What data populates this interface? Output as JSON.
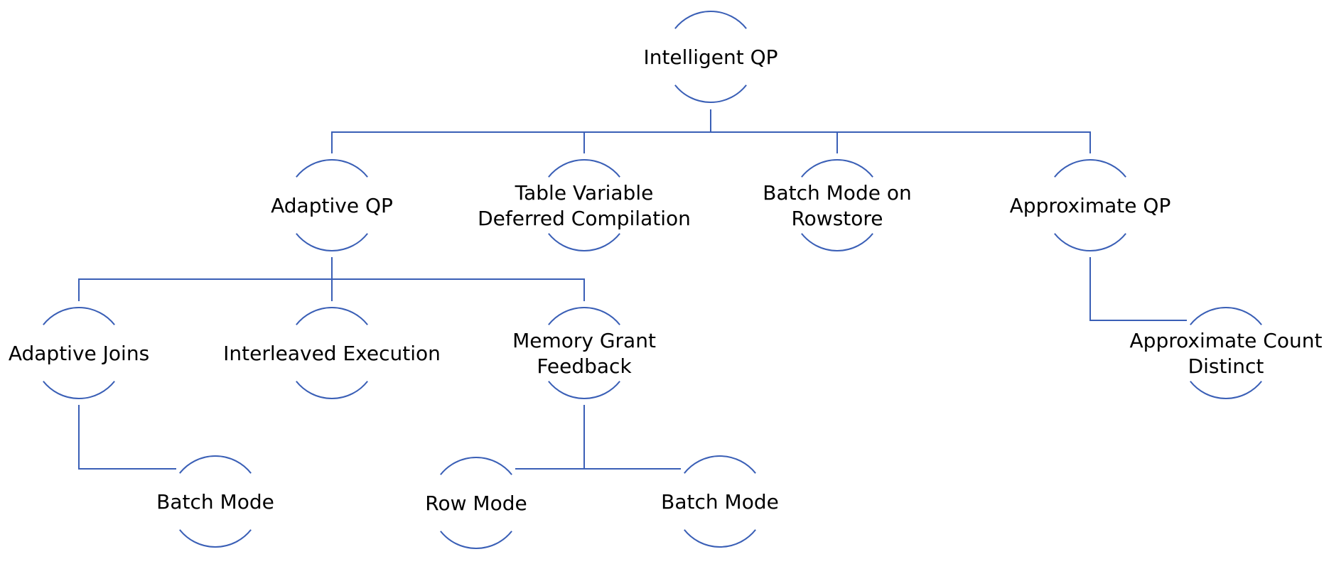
{
  "colors": {
    "line": "#3a5fb6",
    "text": "#000000",
    "background": "#ffffff"
  },
  "nodes": [
    {
      "id": "intelligent-qp",
      "lines": [
        "Intelligent QP"
      ]
    },
    {
      "id": "adaptive-qp",
      "lines": [
        "Adaptive QP"
      ]
    },
    {
      "id": "table-variable-deferred-compilation",
      "lines": [
        "Table Variable",
        "Deferred Compilation"
      ]
    },
    {
      "id": "batch-mode-on-rowstore",
      "lines": [
        "Batch Mode on",
        "Rowstore"
      ]
    },
    {
      "id": "approximate-qp",
      "lines": [
        "Approximate QP"
      ]
    },
    {
      "id": "adaptive-joins",
      "lines": [
        "Adaptive Joins"
      ]
    },
    {
      "id": "interleaved-execution",
      "lines": [
        "Interleaved Execution"
      ]
    },
    {
      "id": "memory-grant-feedback",
      "lines": [
        "Memory Grant",
        "Feedback"
      ]
    },
    {
      "id": "approximate-count-distinct",
      "lines": [
        "Approximate Count",
        "Distinct"
      ]
    },
    {
      "id": "batch-mode-adaptive-joins",
      "lines": [
        "Batch Mode"
      ]
    },
    {
      "id": "row-mode",
      "lines": [
        "Row Mode"
      ]
    },
    {
      "id": "batch-mode-memory-grant",
      "lines": [
        "Batch Mode"
      ]
    }
  ],
  "edges": [
    [
      "intelligent-qp",
      "adaptive-qp"
    ],
    [
      "intelligent-qp",
      "table-variable-deferred-compilation"
    ],
    [
      "intelligent-qp",
      "batch-mode-on-rowstore"
    ],
    [
      "intelligent-qp",
      "approximate-qp"
    ],
    [
      "adaptive-qp",
      "adaptive-joins"
    ],
    [
      "adaptive-qp",
      "interleaved-execution"
    ],
    [
      "adaptive-qp",
      "memory-grant-feedback"
    ],
    [
      "approximate-qp",
      "approximate-count-distinct"
    ],
    [
      "adaptive-joins",
      "batch-mode-adaptive-joins"
    ],
    [
      "memory-grant-feedback",
      "row-mode"
    ],
    [
      "memory-grant-feedback",
      "batch-mode-memory-grant"
    ]
  ]
}
